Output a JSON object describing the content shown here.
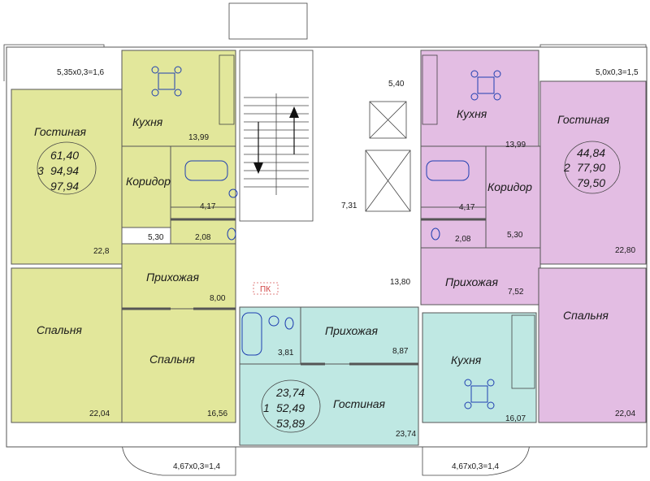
{
  "colors": {
    "yellow": "#e2e79b",
    "pink": "#e3bde3",
    "cyan": "#bfe8e3",
    "wall": "#ffffff",
    "fixture": "#1f3fb0"
  },
  "balconies": {
    "top_left": "5,35х0,3=1,6",
    "top_right": "5,0х0,3=1,5",
    "bottom_left": "4,67х0,3=1,4",
    "bottom_right": "4,67х0,3=1,4"
  },
  "apt_left": {
    "living": {
      "name": "Гостиная",
      "area": "22,8"
    },
    "kitchen": {
      "name": "Кухня",
      "area": "13,99"
    },
    "corridor": {
      "name": "Коридор",
      "area": "5,30"
    },
    "bath_area": "4,17",
    "wc_area": "2,08",
    "hall": {
      "name": "Прихожая",
      "area": "8,00"
    },
    "bed1": {
      "name": "Спальня",
      "area": "22,04"
    },
    "bed2": {
      "name": "Спальня",
      "area": "16,56"
    },
    "summary": {
      "living_area": "61,40",
      "rooms": "3",
      "total_area": "94,94",
      "total_with_balcony": "97,94"
    }
  },
  "apt_right": {
    "living": {
      "name": "Гостиная",
      "area": "22,80"
    },
    "kitchen": {
      "name": "Кухня",
      "area": "13,99"
    },
    "corridor": {
      "name": "Коридор",
      "area": "5,30"
    },
    "bath_area": "4,17",
    "wc_area": "2,08",
    "hall": {
      "name": "Прихожая",
      "area": "7,52"
    },
    "bed": {
      "name": "Спальня",
      "area": "22,04"
    },
    "summary": {
      "living_area": "44,84",
      "rooms": "2",
      "total_area": "77,90",
      "total_with_balcony": "79,50"
    }
  },
  "apt_center": {
    "hall": {
      "name": "Прихожая",
      "area": "8,87"
    },
    "bath_area": "3,81",
    "kitchen": {
      "name": "Кухня",
      "area": "16,07"
    },
    "living": {
      "name": "Гостиная",
      "area": "23,74"
    },
    "summary": {
      "living_area": "23,74",
      "rooms": "1",
      "total_area": "52,49",
      "total_with_balcony": "53,89"
    }
  },
  "common": {
    "landing_area": "5,40",
    "lobby_area": "7,31",
    "corridor_area": "13,80",
    "pk_label": "ПК"
  }
}
